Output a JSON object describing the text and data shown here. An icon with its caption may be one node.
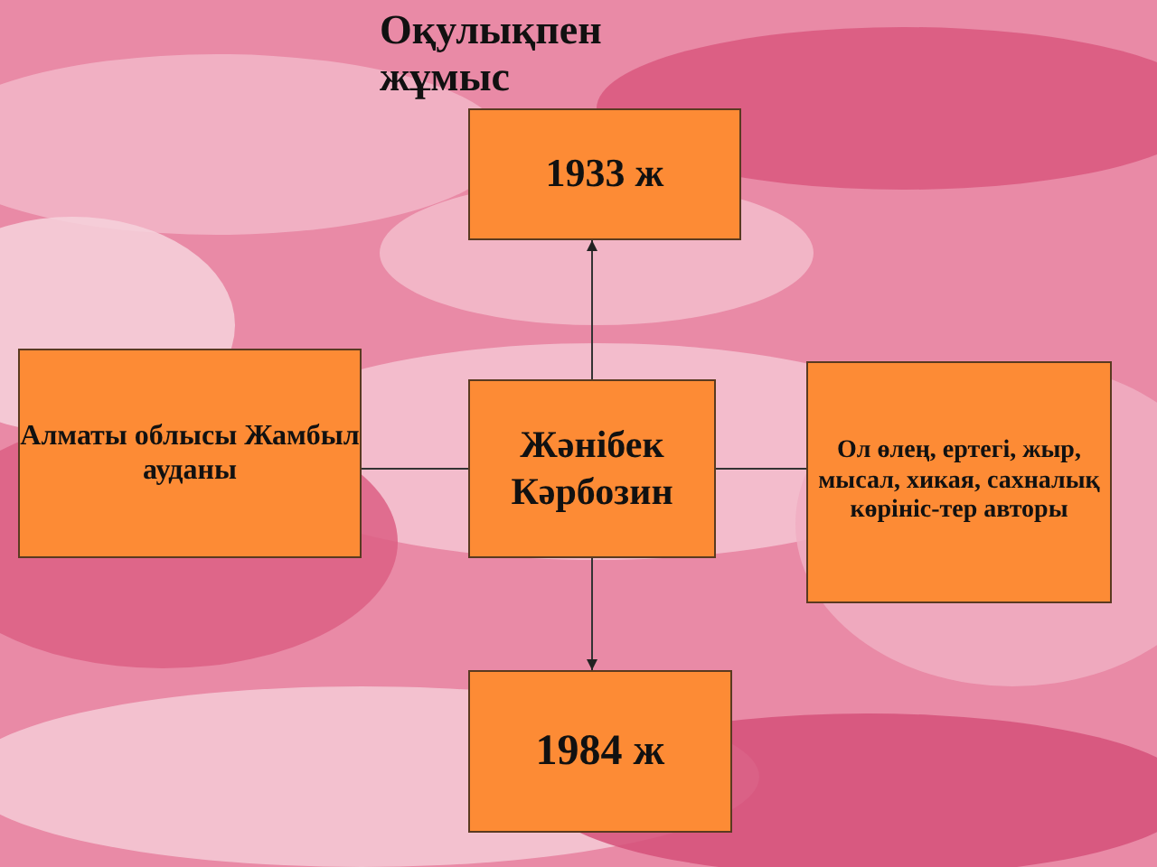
{
  "diagram": {
    "title": "Оқулықпен жұмыс",
    "nodes": [
      {
        "text": [
          "1933 ж"
        ]
      },
      {
        "text": [
          "Алматы облысы Жамбыл ауданы"
        ]
      },
      {
        "text": [
          "Жәнібек Кәрбозин"
        ]
      },
      {
        "text": [
          "Ол өлең, ертегі, жыр, мысал, хикая, сахналық көрініс-тер авторы"
        ]
      },
      {
        "text": [
          "1984 ж"
        ]
      }
    ],
    "edges": [
      {
        "from": 2,
        "to": 0,
        "arrow": "to"
      },
      {
        "from": 2,
        "to": 1,
        "arrow": "none"
      },
      {
        "from": 2,
        "to": 3,
        "arrow": "none"
      },
      {
        "from": 2,
        "to": 4,
        "arrow": "to"
      }
    ]
  }
}
